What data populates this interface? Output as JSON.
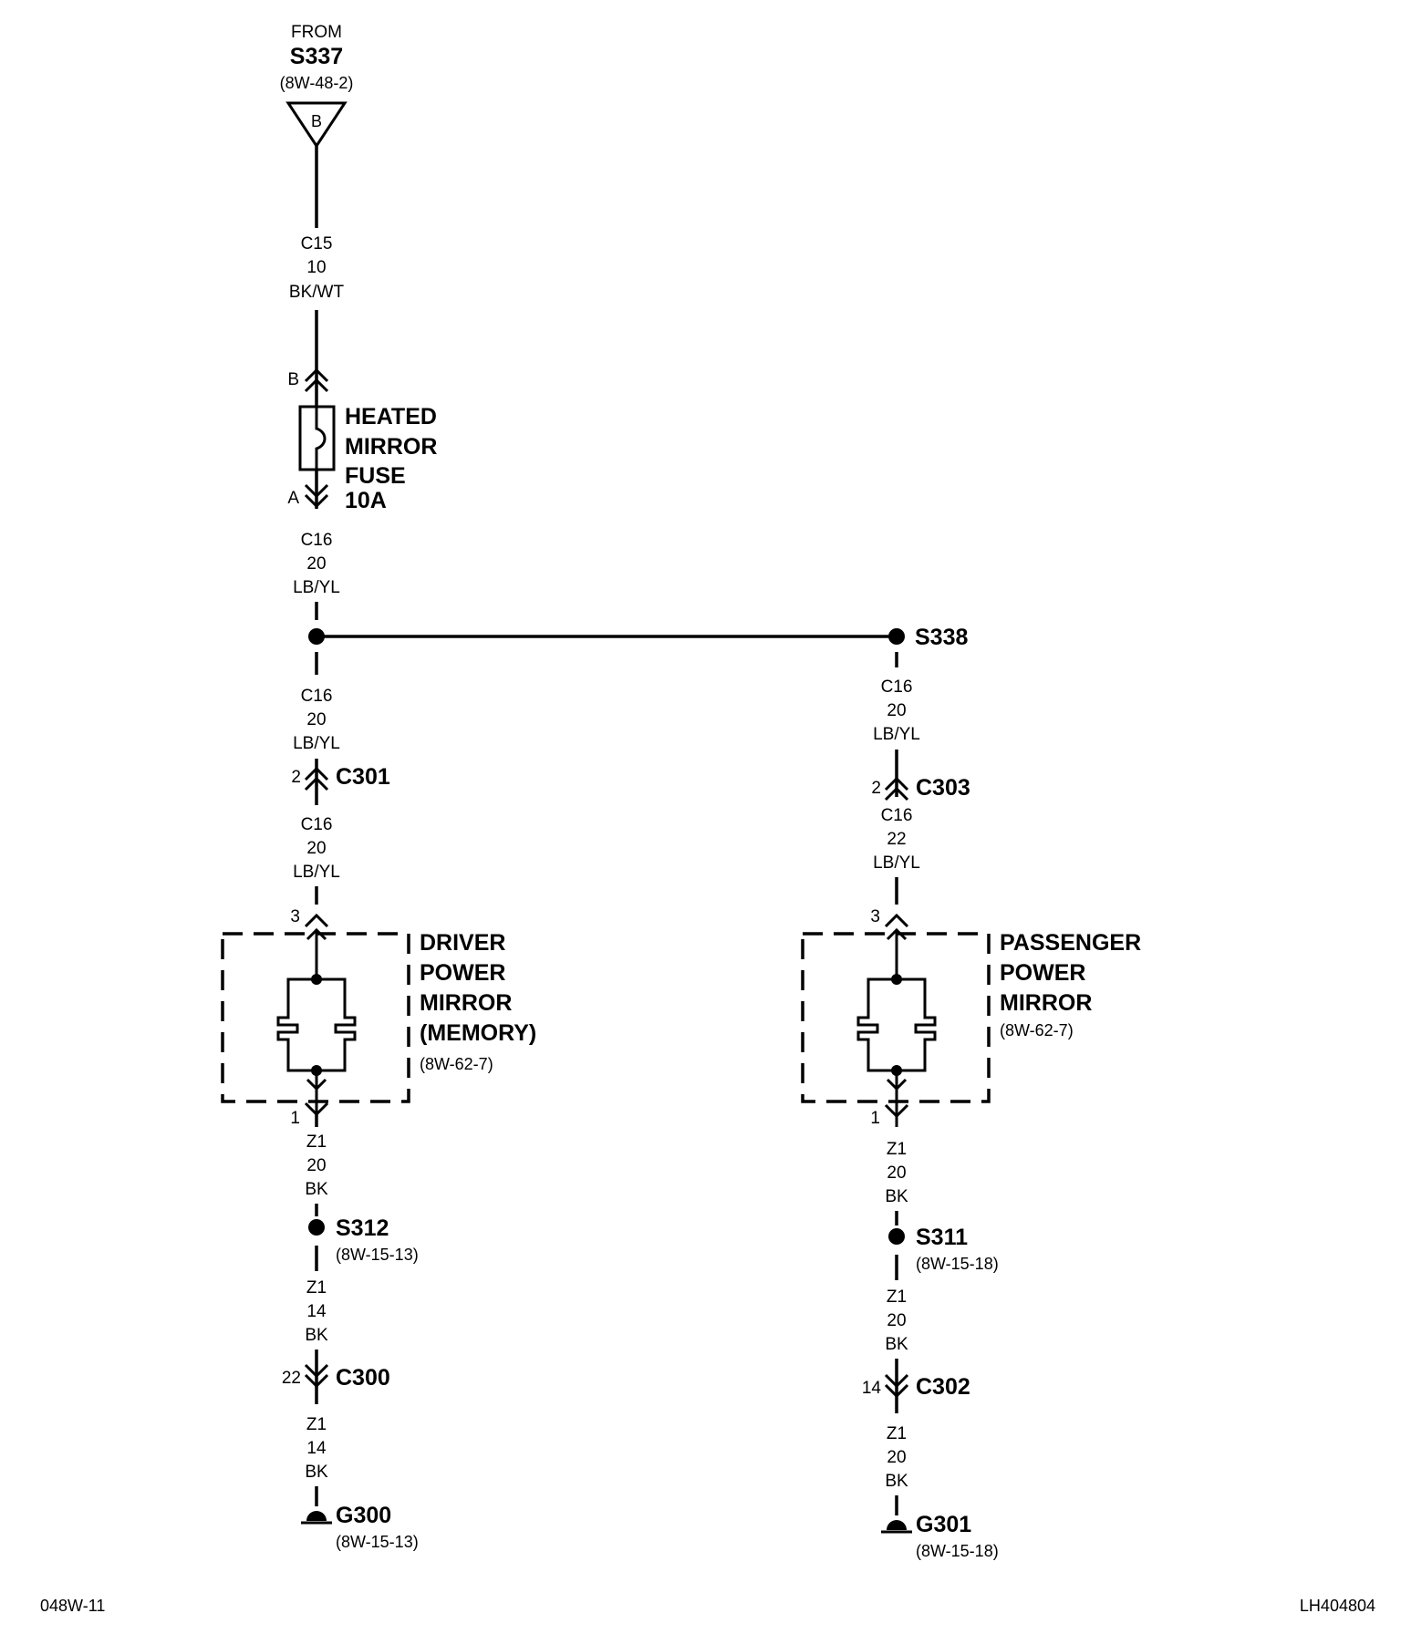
{
  "source": {
    "from_label": "FROM",
    "splice": "S337",
    "ref": "(8W-48-2)",
    "connector_letter": "B"
  },
  "wires": {
    "w1": {
      "circuit": "C15",
      "gauge": "10",
      "color": "BK/WT"
    },
    "w2": {
      "circuit": "C16",
      "gauge": "20",
      "color": "LB/YL"
    },
    "w3": {
      "circuit": "C16",
      "gauge": "20",
      "color": "LB/YL"
    },
    "w4": {
      "circuit": "C16",
      "gauge": "20",
      "color": "LB/YL"
    },
    "w5": {
      "circuit": "C16",
      "gauge": "20",
      "color": "LB/YL"
    },
    "w6": {
      "circuit": "C16",
      "gauge": "22",
      "color": "LB/YL"
    },
    "w7": {
      "circuit": "Z1",
      "gauge": "20",
      "color": "BK"
    },
    "w8": {
      "circuit": "Z1",
      "gauge": "14",
      "color": "BK"
    },
    "w9": {
      "circuit": "Z1",
      "gauge": "14",
      "color": "BK"
    },
    "w10": {
      "circuit": "Z1",
      "gauge": "20",
      "color": "BK"
    },
    "w11": {
      "circuit": "Z1",
      "gauge": "20",
      "color": "BK"
    },
    "w12": {
      "circuit": "Z1",
      "gauge": "20",
      "color": "BK"
    }
  },
  "fuse": {
    "pin_top": "B",
    "pin_bottom": "A",
    "label_lines": [
      "HEATED",
      "MIRROR",
      "FUSE",
      "10A"
    ]
  },
  "splices": {
    "s338": "S338",
    "s312": {
      "name": "S312",
      "ref": "(8W-15-13)"
    },
    "s311": {
      "name": "S311",
      "ref": "(8W-15-18)"
    }
  },
  "connectors": {
    "c301": {
      "name": "C301",
      "pin": "2"
    },
    "c303": {
      "name": "C303",
      "pin": "2"
    },
    "c300": {
      "name": "C300",
      "pin": "22"
    },
    "c302": {
      "name": "C302",
      "pin": "14"
    }
  },
  "driver_mirror": {
    "pin_top": "3",
    "pin_bottom": "1",
    "label_lines": [
      "DRIVER",
      "POWER",
      "MIRROR",
      "(MEMORY)"
    ],
    "ref": "(8W-62-7)"
  },
  "passenger_mirror": {
    "pin_top": "3",
    "pin_bottom": "1",
    "label_lines": [
      "PASSENGER",
      "POWER",
      "MIRROR"
    ],
    "ref": "(8W-62-7)"
  },
  "grounds": {
    "g300": {
      "name": "G300",
      "ref": "(8W-15-13)"
    },
    "g301": {
      "name": "G301",
      "ref": "(8W-15-18)"
    }
  },
  "footer": {
    "left": "048W-11",
    "right": "LH404804"
  }
}
